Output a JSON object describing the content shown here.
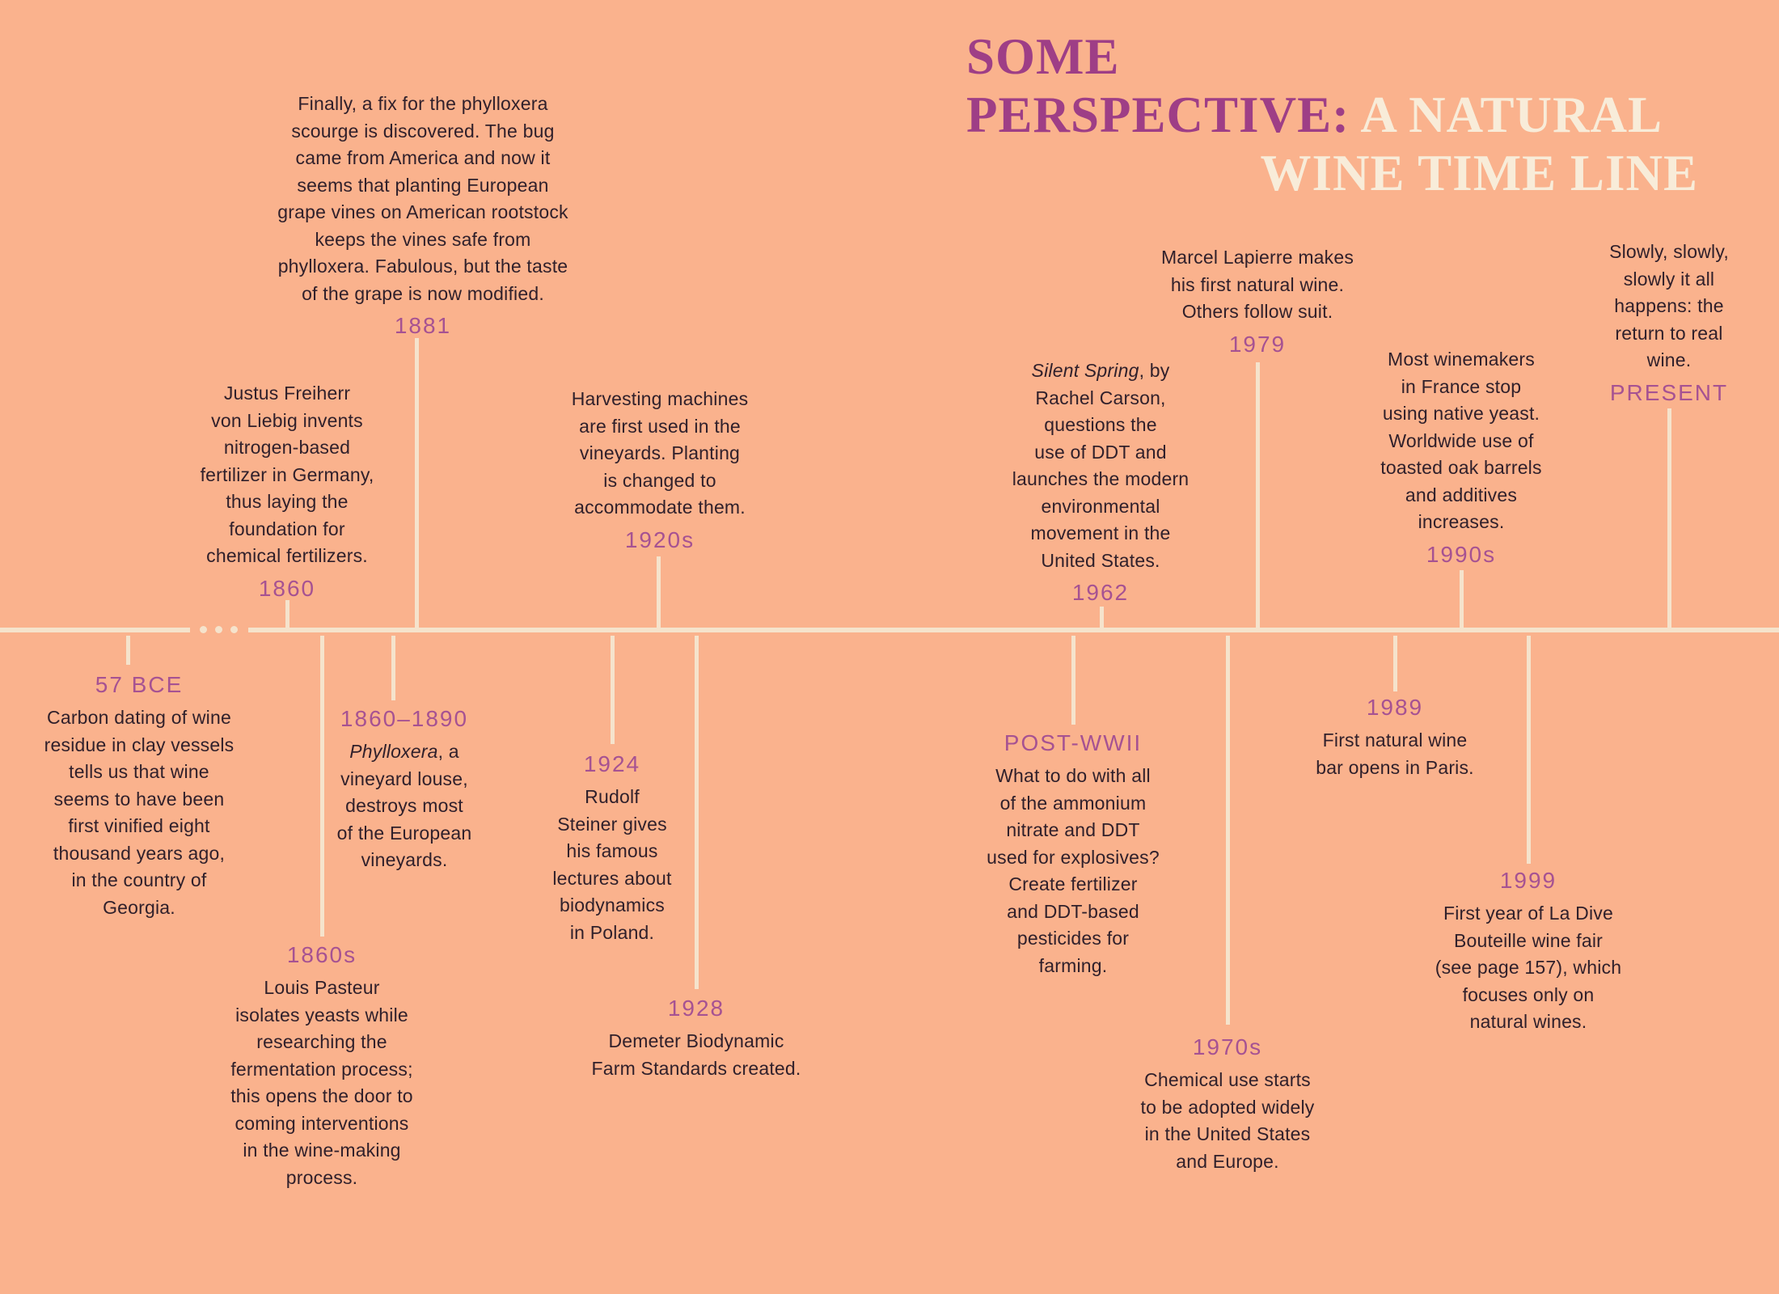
{
  "title": {
    "line1": "SOME",
    "line2_purple": "PERSPECTIVE: ",
    "line2_cream": "A NATURAL",
    "line3_cream": "WINE TIME LINE"
  },
  "colors": {
    "background": "#fab28d",
    "title_purple": "#9e3e86",
    "title_cream": "#f8ecd9",
    "date_purple": "#a65292",
    "body_text": "#30202b",
    "timeline_cream": "#f5e3cc"
  },
  "events": {
    "e57bce": {
      "date": "57 BCE",
      "text": "Carbon dating of wine\nresidue in clay vessels\ntells us that wine\nseems to have been\nfirst vinified eight\nthousand years ago,\nin the country of\nGeorgia."
    },
    "e1860": {
      "date": "1860",
      "text": "Justus Freiherr\nvon Liebig invents\nnitrogen-based\nfertilizer in Germany,\nthus laying the\nfoundation for\nchemical fertilizers."
    },
    "e1860s": {
      "date": "1860s",
      "text": "Louis Pasteur\nisolates yeasts while\nresearching the\nfermentation process;\nthis opens the door to\ncoming interventions\nin the wine-making\nprocess."
    },
    "e18601890": {
      "date": "1860–1890",
      "italic_lead": "Phylloxera",
      "text": ", a\nvineyard louse,\ndestroys most\nof the European\nvineyards."
    },
    "e1881": {
      "date": "1881",
      "text": "Finally, a fix for the phylloxera\nscourge is discovered. The bug\ncame from America and now it\nseems that planting European\ngrape vines on American rootstock\nkeeps the vines safe from\nphylloxera. Fabulous, but the taste\nof the grape is now modified."
    },
    "e1920s": {
      "date": "1920s",
      "text": "Harvesting machines\nare first used in the\nvineyards. Planting\nis changed to\naccommodate them."
    },
    "e1924": {
      "date": "1924",
      "text": "Rudolf\nSteiner gives\nhis famous\nlectures about\nbiodynamics\nin Poland."
    },
    "e1928": {
      "date": "1928",
      "text": "Demeter Biodynamic\nFarm Standards created."
    },
    "epostwwii": {
      "date": "POST-WWII",
      "text": "What to do with all\nof the ammonium\nnitrate and DDT\nused for explosives?\nCreate fertilizer\nand DDT-based\npesticides for\nfarming."
    },
    "e1962": {
      "date": "1962",
      "italic_lead": "Silent Spring",
      "text": ", by\nRachel Carson,\nquestions the\nuse of DDT and\nlaunches the modern\nenvironmental\nmovement in the\nUnited States."
    },
    "e1970s": {
      "date": "1970s",
      "text": "Chemical use starts\nto be adopted widely\nin the United States\nand Europe."
    },
    "e1979": {
      "date": "1979",
      "text": "Marcel Lapierre makes\nhis first natural wine.\nOthers follow suit."
    },
    "e1989": {
      "date": "1989",
      "text": "First natural wine\nbar opens in Paris."
    },
    "e1990s": {
      "date": "1990s",
      "text": "Most winemakers\nin France stop\nusing native yeast.\nWorldwide use of\ntoasted oak barrels\nand additives\nincreases."
    },
    "e1999": {
      "date": "1999",
      "text": "First year of La Dive\nBouteille wine fair\n(see page 157), which\nfocuses only on\nnatural wines."
    },
    "epresent": {
      "date": "PRESENT",
      "text": "Slowly, slowly,\nslowly it all\nhappens: the\nreturn to real\nwine."
    }
  }
}
